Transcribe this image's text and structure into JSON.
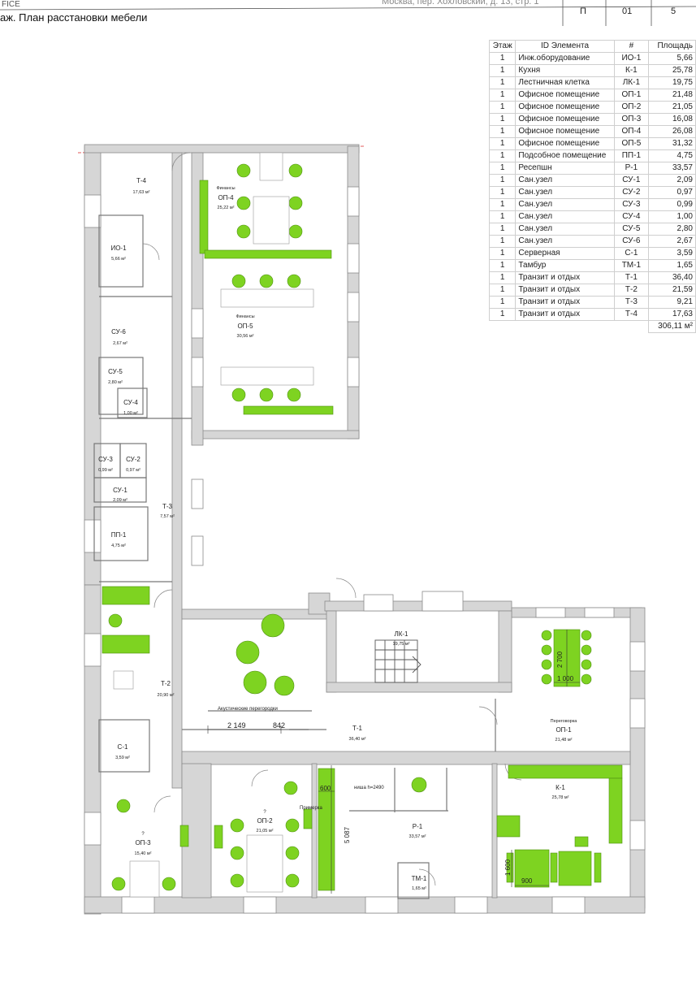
{
  "header": {
    "left_fragment": "FICE",
    "title_fragment": "аж. План расстановки мебели",
    "address_fragment": "Москва, пер. Хохловский, д. 13, стр. 1",
    "cells": [
      "П",
      "01",
      "5"
    ]
  },
  "table": {
    "headers": [
      "Этаж",
      "ID Элемента",
      "#",
      "Площадь"
    ],
    "rows": [
      [
        "1",
        "Инж.оборудование",
        "ИО-1",
        "5,66"
      ],
      [
        "1",
        "Кухня",
        "К-1",
        "25,78"
      ],
      [
        "1",
        "Лестничная клетка",
        "ЛК-1",
        "19,75"
      ],
      [
        "1",
        "Офисное помещение",
        "ОП-1",
        "21,48"
      ],
      [
        "1",
        "Офисное помещение",
        "ОП-2",
        "21,05"
      ],
      [
        "1",
        "Офисное помещение",
        "ОП-3",
        "16,08"
      ],
      [
        "1",
        "Офисное помещение",
        "ОП-4",
        "26,08"
      ],
      [
        "1",
        "Офисное помещение",
        "ОП-5",
        "31,32"
      ],
      [
        "1",
        "Подсобное помещение",
        "ПП-1",
        "4,75"
      ],
      [
        "1",
        "Ресепшн",
        "Р-1",
        "33,57"
      ],
      [
        "1",
        "Сан.узел",
        "СУ-1",
        "2,09"
      ],
      [
        "1",
        "Сан.узел",
        "СУ-2",
        "0,97"
      ],
      [
        "1",
        "Сан.узел",
        "СУ-3",
        "0,99"
      ],
      [
        "1",
        "Сан.узел",
        "СУ-4",
        "1,00"
      ],
      [
        "1",
        "Сан.узел",
        "СУ-5",
        "2,80"
      ],
      [
        "1",
        "Сан.узел",
        "СУ-6",
        "2,67"
      ],
      [
        "1",
        "Серверная",
        "С-1",
        "3,59"
      ],
      [
        "1",
        "Тамбур",
        "ТМ-1",
        "1,65"
      ],
      [
        "1",
        "Транзит и отдых",
        "Т-1",
        "36,40"
      ],
      [
        "1",
        "Транзит и отдых",
        "Т-2",
        "21,59"
      ],
      [
        "1",
        "Транзит и отдых",
        "Т-3",
        "9,21"
      ],
      [
        "1",
        "Транзит и отдых",
        "Т-4",
        "17,63"
      ]
    ],
    "total": "306,11 м²"
  },
  "rooms": {
    "t4": {
      "name": "Т-4",
      "area": "17,63 м²"
    },
    "io1": {
      "name": "ИО-1",
      "area": "5,66 м²"
    },
    "su6": {
      "name": "СУ-6",
      "area": "2,67 м²"
    },
    "su5": {
      "name": "СУ-5",
      "area": "2,80 м²"
    },
    "su4": {
      "name": "СУ-4",
      "area": "1,00 м²"
    },
    "su3": {
      "name": "СУ-3",
      "area": "0,99 м²"
    },
    "su2": {
      "name": "СУ-2",
      "area": "0,97 м²"
    },
    "su1": {
      "name": "СУ-1",
      "area": "2,09 м²"
    },
    "t3": {
      "name": "Т-3",
      "area": "7,57 м²"
    },
    "pp1": {
      "name": "ПП-1",
      "area": "4,75 м²"
    },
    "t2": {
      "name": "Т-2",
      "area": "20,90 м²"
    },
    "c1": {
      "name": "С-1",
      "area": "3,59 м²"
    },
    "op3": {
      "name": "ОП-3",
      "area": "15,40 м²",
      "mark": "?"
    },
    "op4": {
      "name": "ОП-4",
      "area": "25,22 м²",
      "dept": "Финансы"
    },
    "op5": {
      "name": "ОП-5",
      "area": "30,56 м²",
      "dept": "Финансы"
    },
    "lk1": {
      "name": "ЛК-1",
      "area": "19,75 м²"
    },
    "t1": {
      "name": "Т-1",
      "area": "36,40 м²"
    },
    "op1": {
      "name": "ОП-1",
      "area": "21,48 м²",
      "dept": "Переговорка"
    },
    "op2": {
      "name": "ОП-2",
      "area": "21,05 м²",
      "mark": "?"
    },
    "r1": {
      "name": "Р-1",
      "area": "33,57 м²"
    },
    "tm1": {
      "name": "ТМ-1",
      "area": "1,65 м²"
    },
    "k1": {
      "name": "К-1",
      "area": "25,78 м²"
    }
  },
  "annotations": {
    "acoustic": "Акустические перегородки",
    "fitting": "Примерка",
    "niche": "ниша h=2490",
    "dim_2149": "2 149",
    "dim_842": "842",
    "dim_600": "600",
    "dim_5087": "5 087",
    "dim_2700": "2 700",
    "dim_1000": "1 000",
    "dim_1600": "1 600",
    "dim_900": "900"
  },
  "colors": {
    "furniture": "#7ed321",
    "wall": "#d6d6d6",
    "wall_stroke": "#8a8a8a",
    "cut_line": "#e05050"
  }
}
